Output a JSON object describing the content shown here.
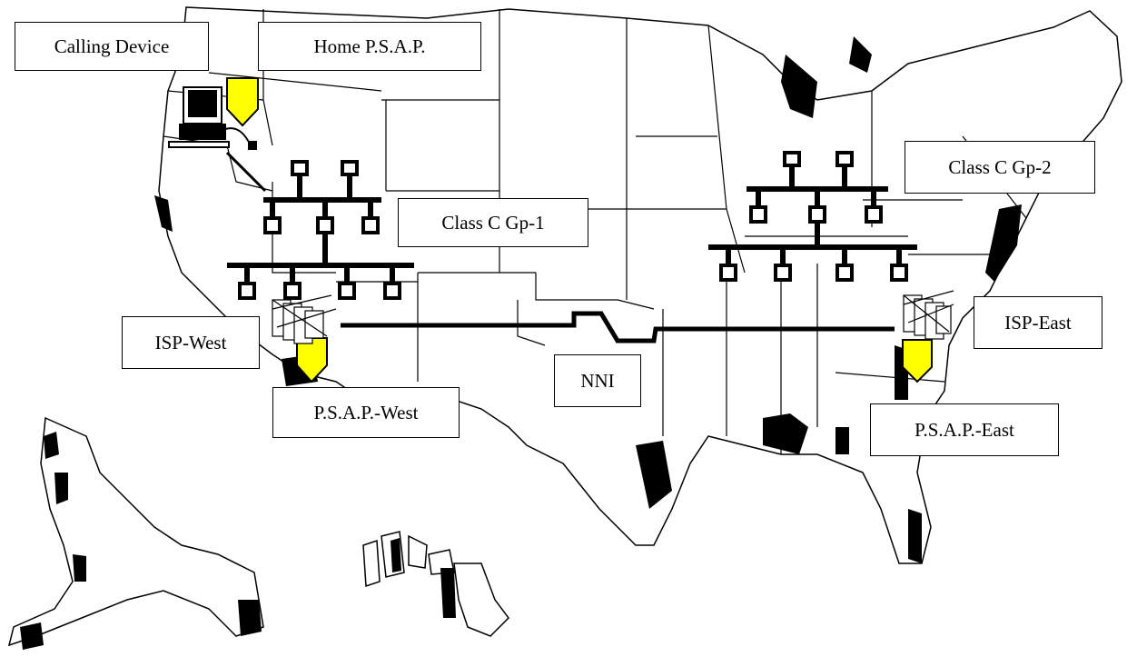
{
  "labels": {
    "calling_device": "Calling Device",
    "home_psap": "Home P.S.A.P.",
    "class_c_gp1": "Class C Gp-1",
    "class_c_gp2": "Class C Gp-2",
    "isp_west": "ISP-West",
    "isp_east": "ISP-East",
    "nni": "NNI",
    "psap_west": "P.S.A.P.-West",
    "psap_east": "P.S.A.P.-East"
  },
  "colors": {
    "psap_marker": "#ffff00",
    "line": "#000000",
    "background": "#ffffff"
  }
}
